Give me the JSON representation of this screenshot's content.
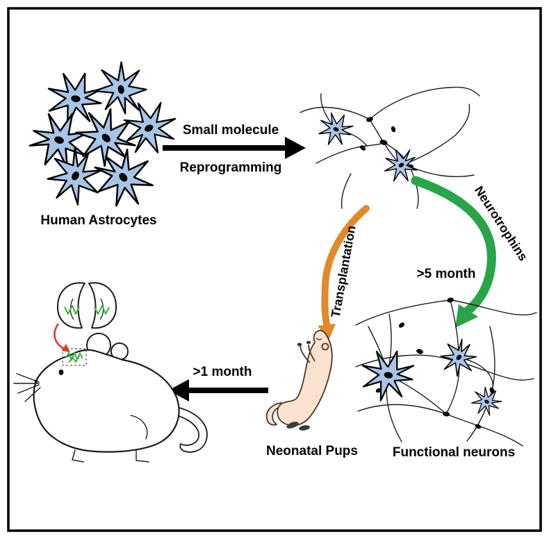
{
  "labels": {
    "human_astrocytes": "Human Astrocytes",
    "small_molecule": "Small molecule",
    "reprogramming": "Reprogramming",
    "neurotrophins": "Neurotrophins",
    "five_month": ">5 month",
    "transplantation": "Transplantation",
    "one_month": ">1 month",
    "neonatal_pups": "Neonatal Pups",
    "functional_neurons": "Functional neurons"
  },
  "colors": {
    "background": "#ffffff",
    "border": "#000000",
    "astrocyte_fill": "#a8c4e6",
    "nucleus": "#000000",
    "neurite": "#1a1a1a",
    "green_arrow": "#2aa44a",
    "orange_arrow": "#e2892b",
    "black_arrow": "#000000",
    "pup_fill": "#fbe3d0",
    "pup_outline": "#4a3626",
    "mouse_outline": "#1a1a1a",
    "green_marks": "#3cb043",
    "red_arrow": "#e03535",
    "text": "#000000"
  }
}
